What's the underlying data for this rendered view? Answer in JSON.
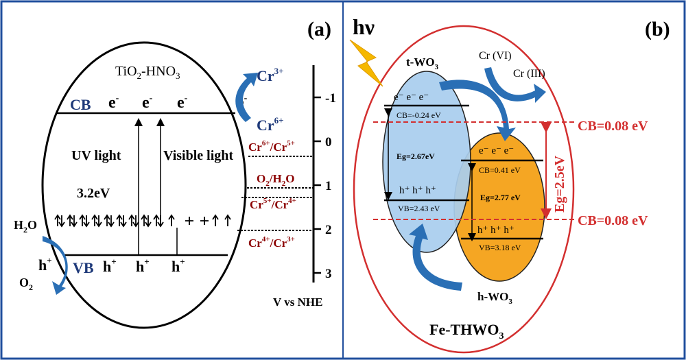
{
  "panel_a": {
    "label": "(a)",
    "material": "TiO",
    "material_sub": "2",
    "material_suffix": "-HNO",
    "material_suffix_sub": "3",
    "cb": "CB",
    "vb": "VB",
    "electron": "e",
    "electron_sup": "-",
    "hole": "h",
    "hole_sup": "+",
    "uv_light": "UV light",
    "visible_light": "Visible light",
    "band_gap": "3.2eV",
    "water": "H",
    "water_sub": "2",
    "water_suffix": "O",
    "oxygen": "O",
    "oxygen_sub": "2",
    "cr3": "Cr",
    "cr3_sup": "3+",
    "cr6": "Cr",
    "cr6_sup": "6+",
    "redox_1": {
      "a": "Cr",
      "a_sup": "6+",
      "b": "/Cr",
      "b_sup": "5+"
    },
    "redox_2": {
      "a": "O",
      "a_sub": "2",
      "b": "/H",
      "b_sub": "2",
      "c": "O"
    },
    "redox_3": {
      "a": "Cr",
      "a_sup": "5+",
      "b": "/Cr",
      "b_sup": "4+"
    },
    "redox_4": {
      "a": "Cr",
      "a_sup": "4+",
      "b": "/Cr",
      "b_sup": "3+"
    },
    "axis_ticks": [
      "-1",
      "0",
      "1",
      "2",
      "3"
    ],
    "axis_label": "V vs NHE"
  },
  "panel_b": {
    "label": "(b)",
    "light": "hν",
    "t_wo3": "t-WO",
    "t_wo3_sub": "3",
    "h_wo3": "h-WO",
    "h_wo3_sub": "3",
    "cr_vi": "Cr (VI)",
    "cr_iii": "Cr (III)",
    "t_electrons": "e⁻ e⁻ e⁻",
    "t_cb": "CB=-0.24 eV",
    "t_eg": "Eg=2.67eV",
    "t_holes": "h⁺ h⁺ h⁺",
    "t_vb": "VB=2.43 eV",
    "h_electrons": "e⁻ e⁻ e⁻",
    "h_cb": "CB=0.41 eV",
    "h_eg": "Eg=2.77 eV",
    "h_holes": "h⁺ h⁺ h⁺",
    "h_vb": "VB=3.18 eV",
    "combined_eg": "Eg=2.5eV",
    "cb_label_top": "CB=0.08 eV",
    "cb_label_bottom": "CB=0.08 eV",
    "composite": "Fe-THWO",
    "composite_sub": "3"
  },
  "colors": {
    "frame": "#1f4e9c",
    "dark_red": "#8b0000",
    "red": "#d32f2f",
    "navy": "#1f3a7a",
    "arrow_blue": "#2a6fb5",
    "t_fill": "#a9cdee",
    "h_fill": "#f5a623",
    "lightning": "#f5b800"
  }
}
